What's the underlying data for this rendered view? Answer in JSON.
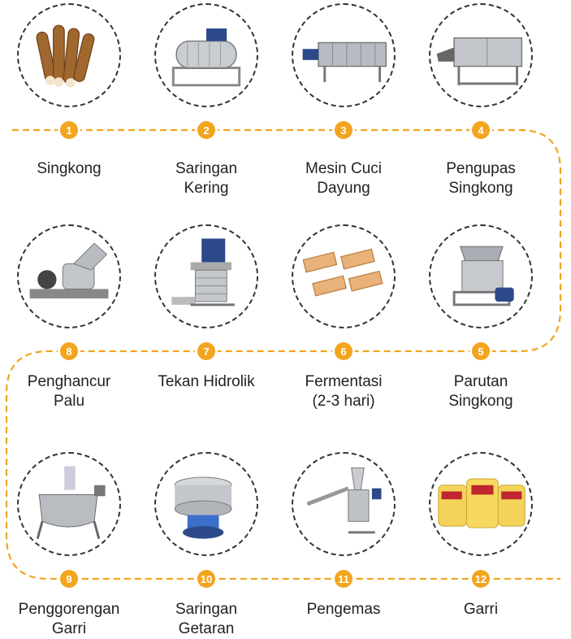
{
  "diagram": {
    "accent_color": "#f2a51e",
    "steps": [
      {
        "number": "1",
        "label": "Singkong",
        "icon": "cassava-roots-icon"
      },
      {
        "number": "2",
        "label": "Saringan\nKering",
        "icon": "dry-sieve-machine-icon"
      },
      {
        "number": "3",
        "label": "Mesin Cuci\nDayung",
        "icon": "paddle-washing-machine-icon"
      },
      {
        "number": "4",
        "label": "Pengupas\nSingkong",
        "icon": "cassava-peeler-icon"
      },
      {
        "number": "5",
        "label": "Parutan\nSingkong",
        "icon": "cassava-grater-icon"
      },
      {
        "number": "6",
        "label": "Fermentasi\n(2-3 hari)",
        "icon": "fermentation-racks-icon"
      },
      {
        "number": "7",
        "label": "Tekan Hidrolik",
        "icon": "hydraulic-press-icon"
      },
      {
        "number": "8",
        "label": "Penghancur\nPalu",
        "icon": "hammer-mill-icon"
      },
      {
        "number": "9",
        "label": "Penggorengan\nGarri",
        "icon": "garri-frying-pan-icon"
      },
      {
        "number": "10",
        "label": "Saringan\nGetaran",
        "icon": "vibrating-sieve-icon"
      },
      {
        "number": "11",
        "label": "Pengemas",
        "icon": "packing-machine-icon"
      },
      {
        "number": "12",
        "label": "Garri",
        "icon": "garri-bags-icon"
      }
    ]
  }
}
